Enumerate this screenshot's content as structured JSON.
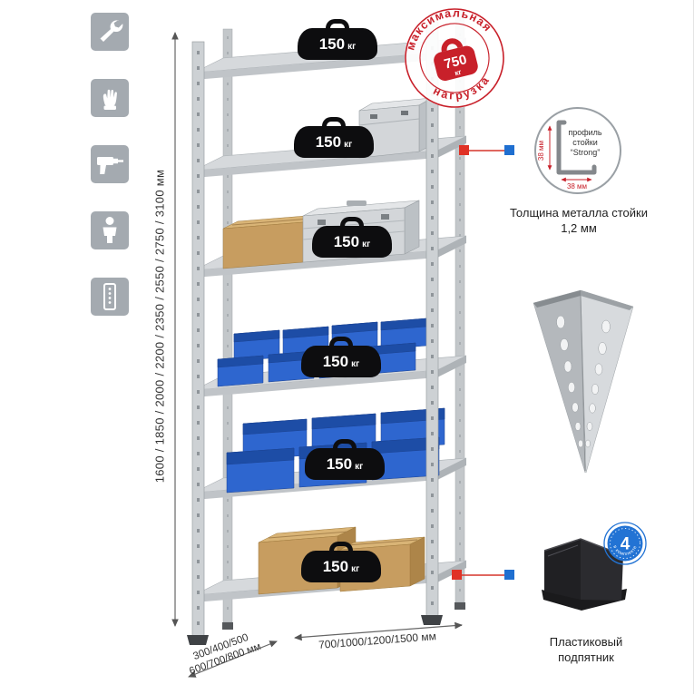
{
  "side_icons": [
    {
      "icon": "wrench-icon"
    },
    {
      "icon": "gloves-icon"
    },
    {
      "icon": "drill-icon"
    },
    {
      "icon": "person-icon"
    },
    {
      "icon": "perforated-post-icon"
    }
  ],
  "dimensions": {
    "height_label": "1600 / 1850 / 2000 / 2200 / 2350 / 2550 / 2750 / 3100 мм",
    "depth_label_line1": "300/400/500",
    "depth_label_line2": "600/700/800 мм",
    "width_label": "700/1000/1200/1500 мм"
  },
  "shelves": [
    {
      "load": "150",
      "unit": "кг"
    },
    {
      "load": "150",
      "unit": "кг"
    },
    {
      "load": "150",
      "unit": "кг"
    },
    {
      "load": "150",
      "unit": "кг"
    },
    {
      "load": "150",
      "unit": "кг"
    },
    {
      "load": "150",
      "unit": "кг"
    }
  ],
  "max_load_stamp": {
    "arc_top": "максимальная",
    "arc_bottom": "нагрузка",
    "value": "750",
    "unit": "кг",
    "color": "#c8202a"
  },
  "profile_callout": {
    "line1": "профиль",
    "line2": "стойки",
    "line3": "“Strong”",
    "dim_vertical": "38 мм",
    "dim_horizontal": "38 мм",
    "caption": "Толщина металла стойки 1,2 мм"
  },
  "foot_callout": {
    "caption": "Пластиковый подпятник",
    "badge_value": "4",
    "badge_arc": "в комплекте",
    "badge_color": "#2273d4"
  }
}
